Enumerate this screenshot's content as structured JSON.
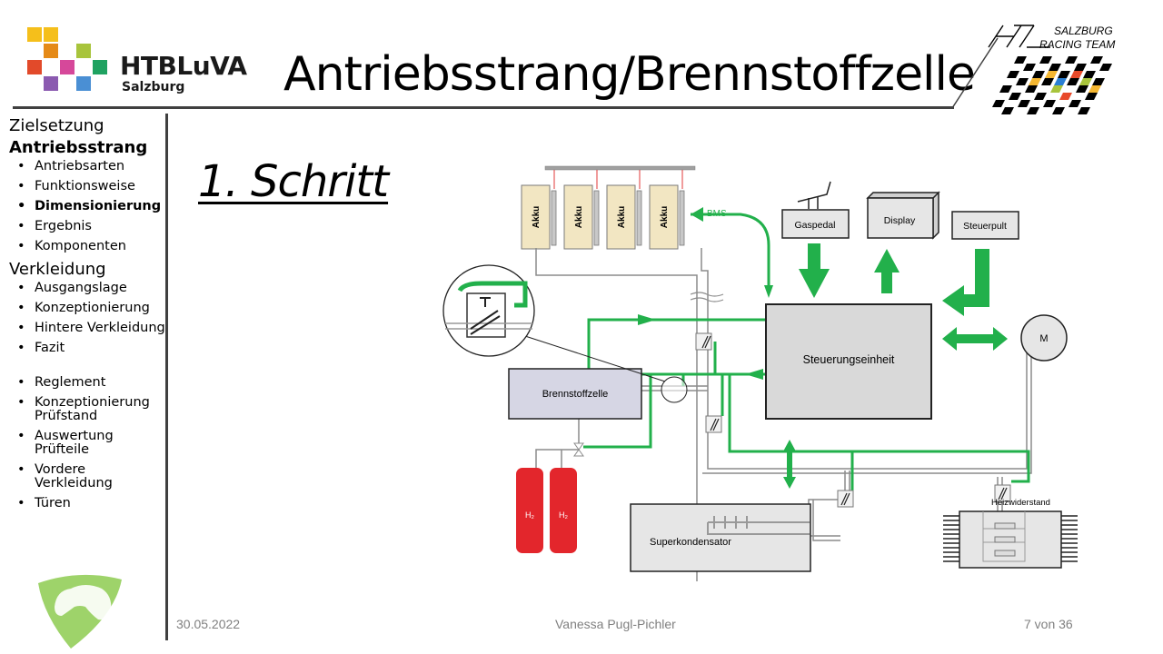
{
  "header": {
    "logo_name": "HTBLuVA",
    "logo_city": "Salzburg",
    "title": "Antriebsstrang/Brennstoffzelle",
    "racing_logo_line1": "SALZBURG",
    "racing_logo_line2": "RACING TEAM",
    "racing_logo_initials": "HTL"
  },
  "sidebar": {
    "sections": [
      {
        "label": "Zielsetzung",
        "bold": false,
        "items": []
      },
      {
        "label": "Antriebsstrang",
        "bold": true,
        "items": [
          {
            "label": "Antriebsarten",
            "bold": false
          },
          {
            "label": "Funktionsweise",
            "bold": false
          },
          {
            "label": "Dimensionierung",
            "bold": true
          },
          {
            "label": "Ergebnis",
            "bold": false
          },
          {
            "label": "Komponenten",
            "bold": false
          }
        ]
      },
      {
        "label": "Verkleidung",
        "bold": false,
        "items": [
          {
            "label": "Ausgangslage",
            "bold": false
          },
          {
            "label": "Konzeptionierung",
            "bold": false
          },
          {
            "label": "Hintere Verkleidung",
            "bold": false
          },
          {
            "label": "Fazit",
            "bold": false
          }
        ]
      },
      {
        "label": "",
        "bold": false,
        "items": [
          {
            "label": "Reglement",
            "bold": false
          },
          {
            "label": "Konzeptionierung Prüfstand",
            "bold": false
          },
          {
            "label": "Auswertung Prüfteile",
            "bold": false
          },
          {
            "label": "Vordere Verkleidung",
            "bold": false
          },
          {
            "label": "Türen",
            "bold": false
          }
        ]
      }
    ]
  },
  "main": {
    "step_heading": "1. Schritt"
  },
  "diagram": {
    "battery_label": "Akku",
    "battery_count": 4,
    "bms_label": "BMS",
    "gaspedal_label": "Gaspedal",
    "display_label": "Display",
    "steuerpult_label": "Steuerpult",
    "control_unit_label": "Steuerungseinheit",
    "motor_label": "M",
    "fuel_cell_label": "Brennstoffzelle",
    "h2_label": "H₂",
    "supercap_label": "Superkondensator",
    "heater_label": "Heizwiderstand",
    "colors": {
      "signal_green": "#22b04b",
      "battery_fill": "#f2e6c2",
      "fuel_cell_fill": "#d6d6e4",
      "box_fill": "#e6e6e6",
      "control_fill": "#d9d9d9",
      "tank_red": "#e3262c",
      "wire_gray": "#8c8c8c"
    }
  },
  "footer": {
    "date": "30.05.2022",
    "author": "Vanessa Pugl-Pichler",
    "page": "7 von 36"
  }
}
